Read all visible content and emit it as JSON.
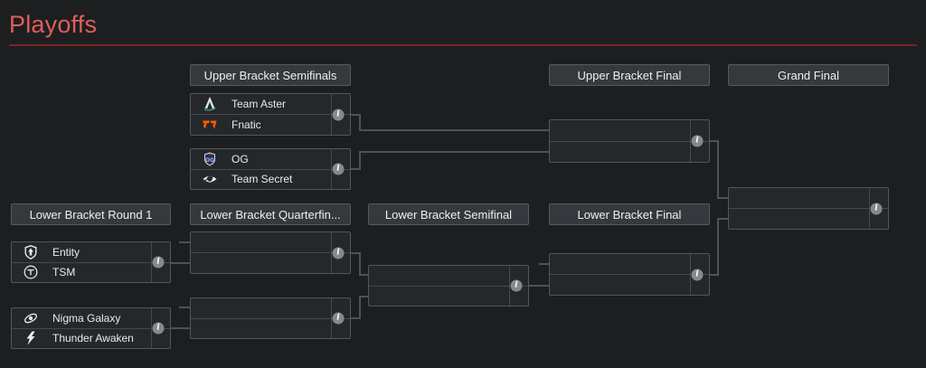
{
  "page": {
    "title": "Playoffs"
  },
  "theme": {
    "background": "#1c1e20",
    "title_color": "#e05d5d",
    "title_rule_color": "#7d2322",
    "box_background": "#25282b",
    "box_border": "#53575a",
    "header_background": "#35393d",
    "text_color": "#e9ebec",
    "connector_color": "#4d5257",
    "info_icon_background": "#85898b",
    "fnatic_orange": "#ff5a00",
    "aster_teal": "#35a0aa",
    "og_navy": "#233057"
  },
  "icons": {
    "info_glyph": "i"
  },
  "bracket": {
    "headers": [
      {
        "id": "ub-semifinals",
        "label": "Upper Bracket Semifinals"
      },
      {
        "id": "ub-final",
        "label": "Upper Bracket Final"
      },
      {
        "id": "grand-final",
        "label": "Grand Final"
      },
      {
        "id": "lb-round-1",
        "label": "Lower Bracket Round 1"
      },
      {
        "id": "lb-quarterfinals",
        "label": "Lower Bracket Quarterfin..."
      },
      {
        "id": "lb-semifinal",
        "label": "Lower Bracket Semifinal"
      },
      {
        "id": "lb-final",
        "label": "Lower Bracket Final"
      }
    ],
    "matches": [
      {
        "id": "ub-semifinal-1",
        "teams": [
          {
            "name": "Team Aster",
            "logo": "aster"
          },
          {
            "name": "Fnatic",
            "logo": "fnatic"
          }
        ]
      },
      {
        "id": "ub-semifinal-2",
        "teams": [
          {
            "name": "OG",
            "logo": "og"
          },
          {
            "name": "Team Secret",
            "logo": "secret"
          }
        ]
      },
      {
        "id": "ub-final",
        "teams": [
          {
            "name": "",
            "logo": ""
          },
          {
            "name": "",
            "logo": ""
          }
        ]
      },
      {
        "id": "grand-final",
        "teams": [
          {
            "name": "",
            "logo": ""
          },
          {
            "name": "",
            "logo": ""
          }
        ]
      },
      {
        "id": "lb-round-1-a",
        "teams": [
          {
            "name": "Entity",
            "logo": "entity"
          },
          {
            "name": "TSM",
            "logo": "tsm"
          }
        ]
      },
      {
        "id": "lb-round-1-b",
        "teams": [
          {
            "name": "Nigma Galaxy",
            "logo": "nigma"
          },
          {
            "name": "Thunder Awaken",
            "logo": "thunder"
          }
        ]
      },
      {
        "id": "lb-quarterfinal-1",
        "teams": [
          {
            "name": "",
            "logo": ""
          },
          {
            "name": "",
            "logo": ""
          }
        ]
      },
      {
        "id": "lb-quarterfinal-2",
        "teams": [
          {
            "name": "",
            "logo": ""
          },
          {
            "name": "",
            "logo": ""
          }
        ]
      },
      {
        "id": "lb-semifinal",
        "teams": [
          {
            "name": "",
            "logo": ""
          },
          {
            "name": "",
            "logo": ""
          }
        ]
      },
      {
        "id": "lb-final",
        "teams": [
          {
            "name": "",
            "logo": ""
          },
          {
            "name": "",
            "logo": ""
          }
        ]
      }
    ]
  }
}
